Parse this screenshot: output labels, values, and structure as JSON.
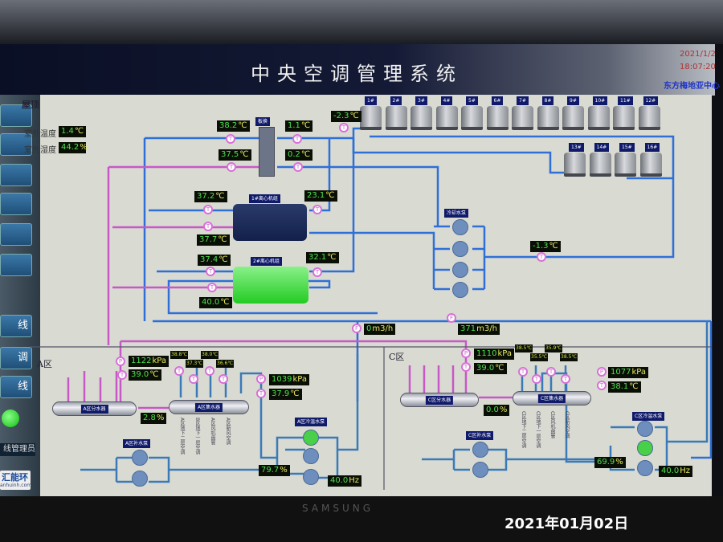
{
  "header": {
    "title": "中央空调管理系统",
    "date": "2021/1/2",
    "time": "18:07:20",
    "site": "东方梅地亚中心"
  },
  "sidebar": {
    "items": [
      "",
      "",
      "",
      "",
      "",
      "",
      "线",
      "调",
      "线"
    ],
    "admin": "线管理员",
    "logo_name": "汇能环",
    "logo_url": "anhuinh.com"
  },
  "roof": {
    "section": "屋顶",
    "outdoor_temp_label": "室外温度",
    "outdoor_temp": {
      "v": "1.4",
      "u": "℃"
    },
    "outdoor_hum_label": "室外湿度",
    "outdoor_hum": {
      "v": "44.2",
      "u": "%"
    }
  },
  "sensor_letters": {
    "t": "T",
    "p": "P",
    "f": "F"
  },
  "towers": [
    "1#",
    "2#",
    "3#",
    "4#",
    "5#",
    "6#",
    "7#",
    "8#",
    "9#",
    "10#",
    "11#",
    "12#",
    "13#",
    "14#",
    "15#",
    "16#"
  ],
  "plate_hx": {
    "label": "板换",
    "in_hot": {
      "v": "38.2",
      "u": "℃"
    },
    "out_hot": {
      "v": "37.5",
      "u": "℃"
    },
    "in_cold": {
      "v": "1.1",
      "u": "℃"
    },
    "out_cold": {
      "v": "0.2",
      "u": "℃"
    }
  },
  "tower_supply_temp": {
    "v": "-2.3",
    "u": "℃"
  },
  "chiller1": {
    "label": "1#离心机组",
    "t1": {
      "v": "37.2",
      "u": "℃"
    },
    "t2": {
      "v": "37.7",
      "u": "℃"
    },
    "t3": {
      "v": "23.1",
      "u": "℃"
    }
  },
  "chiller2": {
    "label": "2#离心机组",
    "t1": {
      "v": "37.4",
      "u": "℃"
    },
    "t2": {
      "v": "40.0",
      "u": "℃"
    },
    "t3": {
      "v": "32.1",
      "u": "℃"
    }
  },
  "cooling_pumps": {
    "label": "冷却水泵",
    "return_temp": {
      "v": "-1.3",
      "u": "℃"
    }
  },
  "flow": {
    "f1": {
      "v": "0",
      "u": "m3/h"
    },
    "f2": {
      "v": "371",
      "u": "m3/h"
    }
  },
  "zone_a": {
    "label": "A区",
    "supply_p": {
      "v": "1122",
      "u": "kPa"
    },
    "supply_t": {
      "v": "39.0",
      "u": "℃"
    },
    "branch_temps": [
      "38.8℃",
      "37.3℃",
      "38.0℃",
      "36.6℃"
    ],
    "valve": {
      "v": "2.8",
      "u": "%"
    },
    "distributor": "A区分水器",
    "collector": "A区集水器",
    "return_p": {
      "v": "1039",
      "u": "kPa"
    },
    "return_t": {
      "v": "37.9",
      "u": "℃"
    },
    "circ_pumps": "A区冷温水泵",
    "makeup_pumps": "A区补水泵",
    "pump_valve": {
      "v": "79.7",
      "u": "%"
    },
    "freq": {
      "v": "40.0",
      "u": "Hz"
    },
    "branches": [
      "A区地下二层空调",
      "B区地下一层空调",
      "A区风机盘管",
      "A区新风空调"
    ]
  },
  "zone_c": {
    "label": "C区",
    "supply_p": {
      "v": "1110",
      "u": "kPa"
    },
    "supply_t": {
      "v": "39.0",
      "u": "℃"
    },
    "branch_temps": [
      "38.5℃",
      "35.5℃",
      "35.9℃",
      "38.5℃"
    ],
    "valve": {
      "v": "0.0",
      "u": "%"
    },
    "distributor": "C区分水器",
    "collector": "C区集水器",
    "return_p": {
      "v": "1077",
      "u": "kPa"
    },
    "return_t": {
      "v": "38.1",
      "u": "℃"
    },
    "circ_pumps": "C区冷温水泵",
    "makeup_pumps": "C区补水泵",
    "pump_valve": {
      "v": "69.9",
      "u": "%"
    },
    "freq": {
      "v": "40.0",
      "u": "Hz"
    },
    "branches": [
      "C区地下二层空调",
      "C区地下一层空调",
      "C区风机盘管",
      "C区新风空调"
    ]
  },
  "monitor": {
    "brand": "SAMSUNG"
  },
  "photo_stamp": "2021年01月02日",
  "colors": {
    "hot_pipe": "#c858c8",
    "cold_pipe": "#2f6fd8",
    "readout_bg": "#0a0f06",
    "readout_text": "#4ee04e"
  }
}
